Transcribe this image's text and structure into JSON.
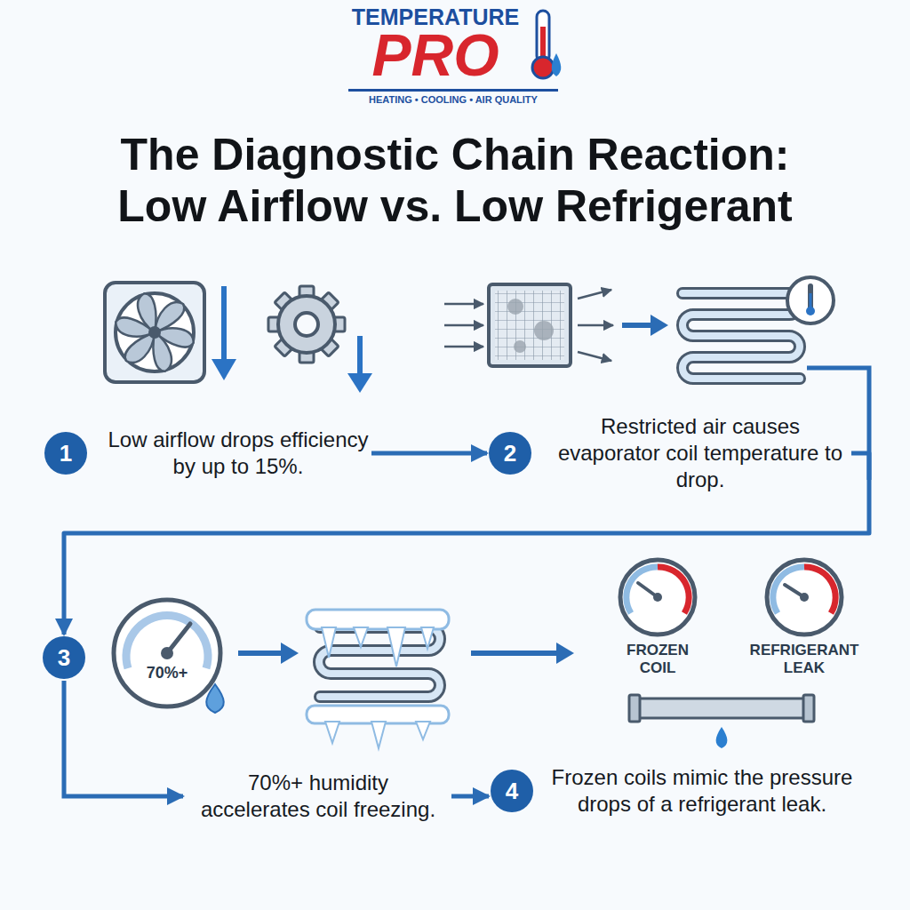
{
  "diagram": {
    "title": "The Diagnostic Chain Reaction: Low Airflow vs. Low Refrigerant",
    "nodes": [
      {
        "text": [
          "1",
          "Low airflow drops efficiency by up to 15%."
        ]
      },
      {
        "text": [
          "2",
          "Restricted air causes evaporator coil temperature to drop."
        ]
      },
      {
        "text": [
          "3",
          "70%+ humidity accelerates coil freezing."
        ]
      },
      {
        "text": [
          "4",
          "Frozen coils mimic the pressure drops of a refrigerant leak."
        ]
      }
    ],
    "edges": [
      {
        "from": 0,
        "to": 1,
        "arrow": "to"
      },
      {
        "from": 1,
        "to": 2,
        "arrow": "to"
      },
      {
        "from": 2,
        "to": 3,
        "arrow": "to"
      }
    ],
    "labels": [
      "TEMPERATURE",
      "PRO",
      "HEATING • COOLING • AIR QUALITY",
      "70%+",
      "FROZEN COIL",
      "REFRIGERANT LEAK"
    ]
  }
}
